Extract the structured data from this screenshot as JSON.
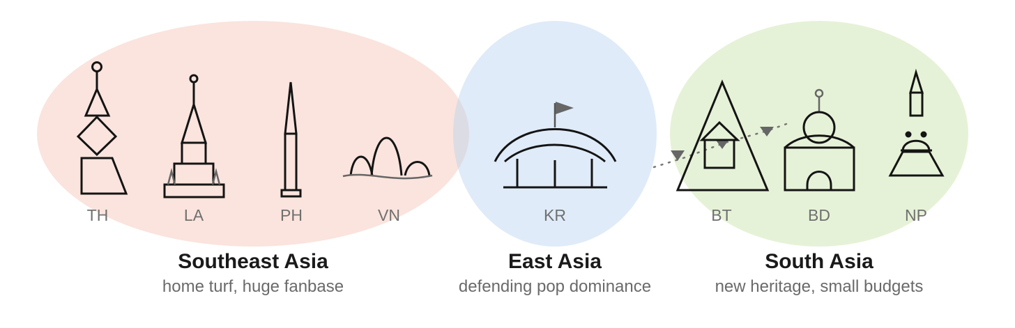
{
  "regions": [
    {
      "id": "southeast",
      "title": "Southeast Asia",
      "subtitle": "home turf, huge fanbase",
      "fill": "#f6c9bb",
      "countries": [
        "TH",
        "LA",
        "PH",
        "VN"
      ]
    },
    {
      "id": "east",
      "title": "East Asia",
      "subtitle": "defending pop dominance",
      "fill": "#b9d3ef",
      "countries": [
        "KR"
      ]
    },
    {
      "id": "south",
      "title": "South Asia",
      "subtitle": "new heritage, small budgets",
      "fill": "#d2e8b6",
      "countries": [
        "BT",
        "BD",
        "NP"
      ]
    }
  ],
  "colors": {
    "icon_stroke": "#141414",
    "label_grey": "#707070",
    "flag_grey": "#666666"
  },
  "icons": {
    "TH": "thai-pagoda-icon",
    "LA": "lao-stupa-icon",
    "PH": "obelisk-monument-icon",
    "VN": "mountain-arches-icon",
    "KR": "stadium-with-flag-icon",
    "BT": "himalayan-triangle-house-icon",
    "BD": "domed-building-icon",
    "NP": "stepped-temple-icon"
  }
}
